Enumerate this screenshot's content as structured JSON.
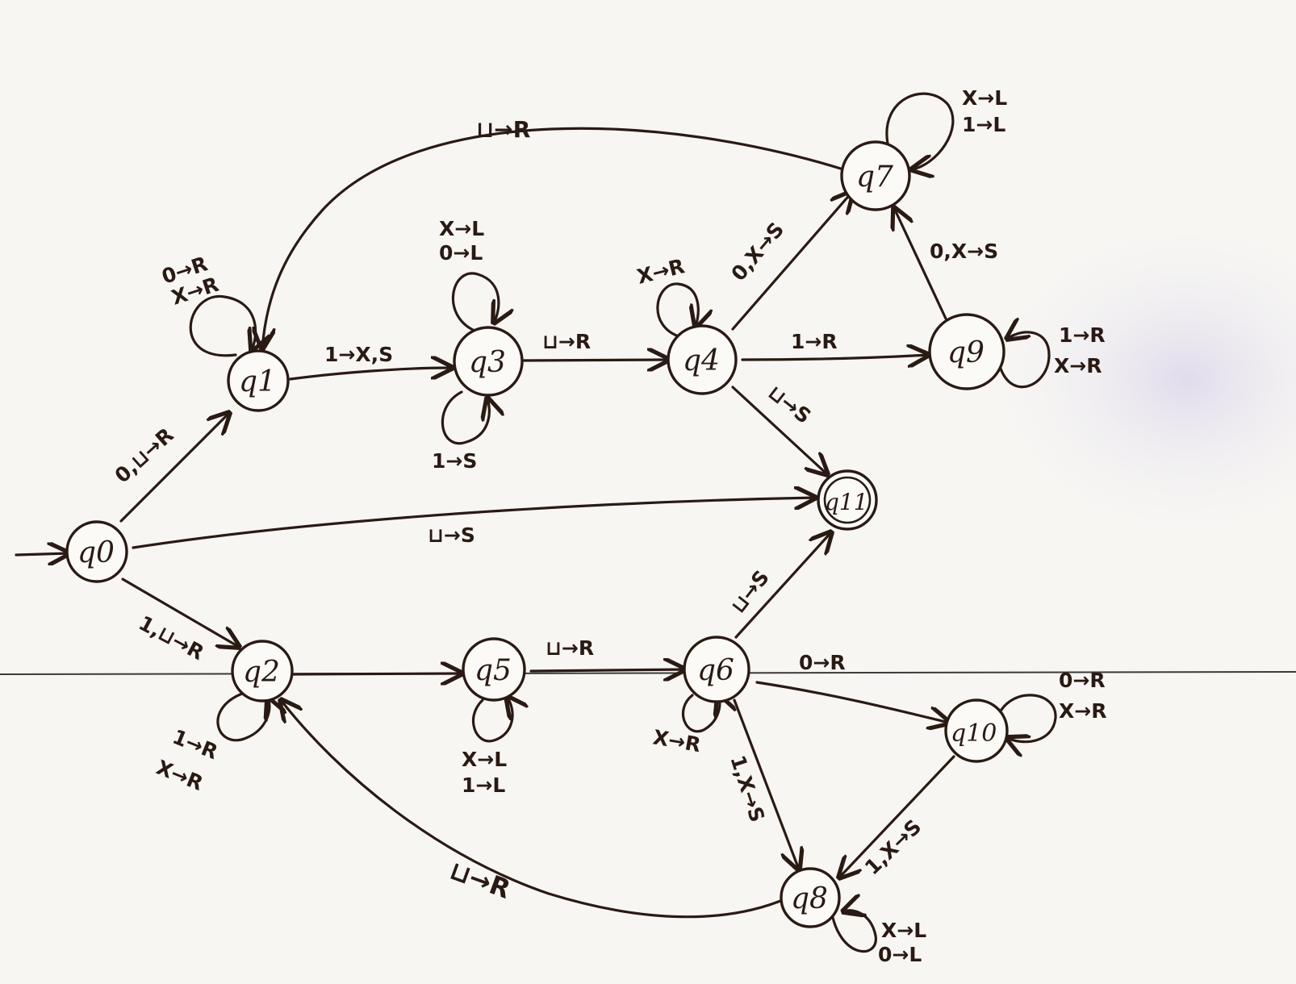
{
  "states": {
    "q0": "q0",
    "q1": "q1",
    "q2": "q2",
    "q3": "q3",
    "q4": "q4",
    "q5": "q5",
    "q6": "q6",
    "q7": "q7",
    "q8": "q8",
    "q9": "q9",
    "q10": "q10",
    "q11": "q11"
  },
  "accept_state": "q11",
  "start_state": "q0",
  "labels": {
    "q0_q1": "0,⊔→R",
    "q0_q2": "1,⊔→R",
    "q0_q11": "⊔→S",
    "q1_self_1": "0→R",
    "q1_self_2": "X→R",
    "q1_q3": "1→X,S",
    "q3_self_top_1": "X→L",
    "q3_self_top_2": "0→L",
    "q3_self_bottom": "1→S",
    "q3_q4": "⊔→R",
    "q4_self": "X→R",
    "q4_q7": "0,X→S",
    "q4_q9": "1→R",
    "q4_q11": "⊔→S",
    "q7_q1": "⊔→R",
    "q7_self_1": "X→L",
    "q7_self_2": "1→L",
    "q9_q7": "0,X→S",
    "q9_self_1": "1→R",
    "q9_self_2": "X→R",
    "q2_self_1": "1→R",
    "q2_self_2": "X→R",
    "q5_self_1": "X→L",
    "q5_self_2": "1→L",
    "q5_q6": "⊔→R",
    "q6_self": "X→R",
    "q6_q11": "⊔→S",
    "q6_q10": "0→R",
    "q6_q8": "1,X→S",
    "q10_self_1": "0→R",
    "q10_self_2": "X→R",
    "q10_q8": "1,X→S",
    "q8_q2": "⊔→R",
    "q8_self_1": "X→L",
    "q8_self_2": "0→L"
  },
  "colors": {
    "ink": "#2a1a14",
    "paper": "#f7f6f3"
  }
}
